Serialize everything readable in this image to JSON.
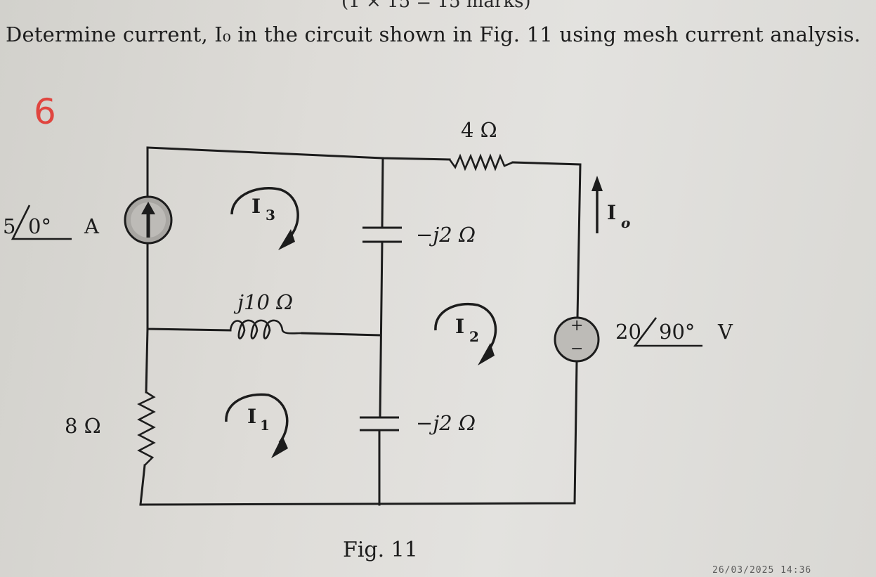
{
  "header": {
    "marks_text": "(1 × 15 = 15 marks)",
    "question": "Determine current, I₀ in the circuit shown in Fig. 11 using mesh current analysis.",
    "annotation": "6"
  },
  "circuit": {
    "current_source": {
      "magnitude": "5",
      "angle": "0°",
      "unit": "A"
    },
    "voltage_source": {
      "magnitude": "20",
      "angle": "90°",
      "unit": "V",
      "plus": "+",
      "minus": "−"
    },
    "resistor_top": "4 Ω",
    "resistor_left": "8 Ω",
    "capacitor_upper": "−j2 Ω",
    "capacitor_lower": "−j2 Ω",
    "inductor": "j10 Ω",
    "mesh_labels": {
      "i1": "I",
      "i1_sub": "1",
      "i2": "I",
      "i2_sub": "2",
      "i3": "I",
      "i3_sub": "3"
    },
    "output_current": {
      "main": "I",
      "sub": "o"
    }
  },
  "figure_caption": "Fig. 11",
  "timestamp": "26/03/2025  14:36"
}
